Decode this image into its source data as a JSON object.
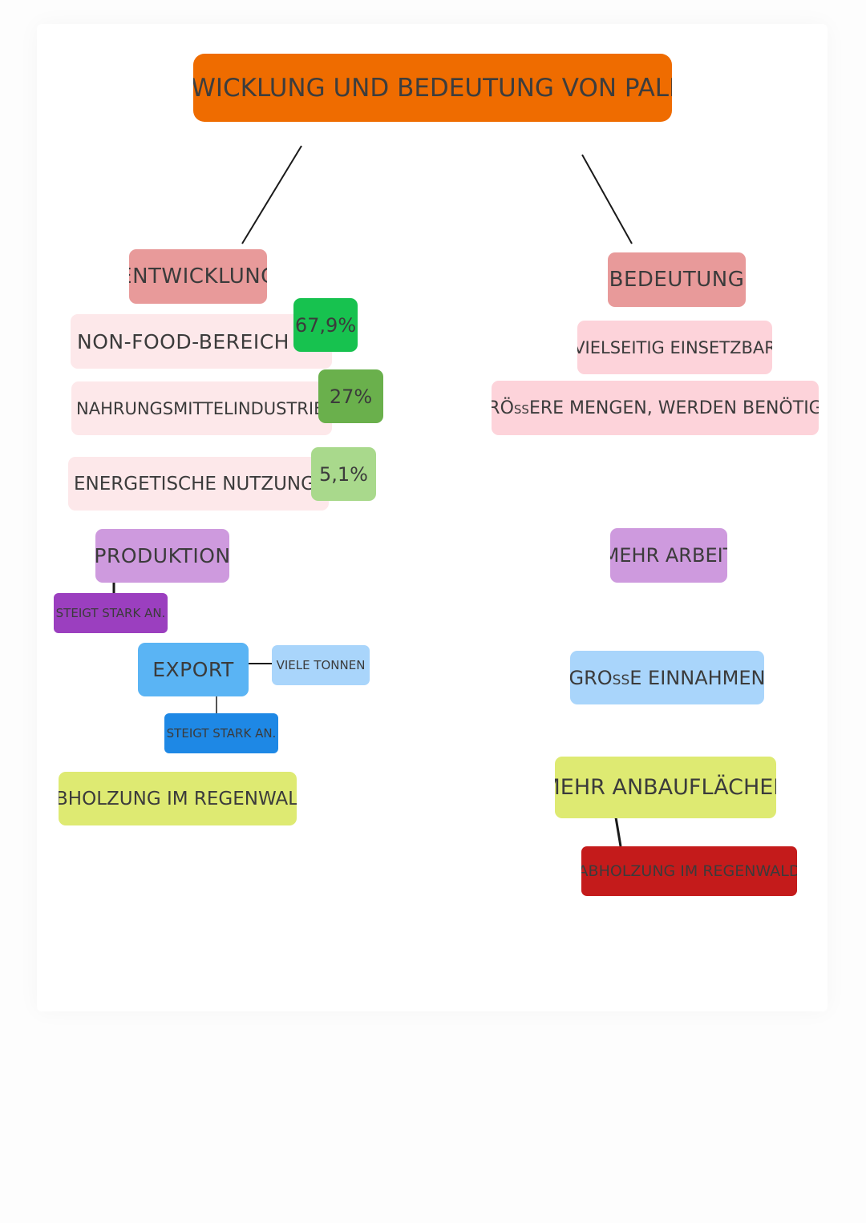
{
  "title": "ENTWICKLUNG UND BEDEUTUNG VON PALMÖL",
  "left": {
    "heading": "ENTWICKLUNG",
    "usage": [
      {
        "label": "NON-FOOD-BEREICH",
        "percent": "67,9%"
      },
      {
        "label": "NAHRUNGSMITTELINDUSTRIE",
        "percent": "27%"
      },
      {
        "label": "ENERGETISCHE NUTZUNG",
        "percent": "5,1%"
      }
    ],
    "production": {
      "label": "PRODUKTION",
      "note": "STEIGT STARK AN."
    },
    "export": {
      "label": "EXPORT",
      "side_note": "VIELE TONNEN",
      "note": "STEIGT STARK AN."
    },
    "deforestation": "ABHOLZUNG IM REGENWALD"
  },
  "right": {
    "heading": "BEDEUTUNG",
    "versatile": "VIELSEITIG EINSETZBAR",
    "quantities": "GRÖßERE MENGEN, WERDEN BENÖTIGT.",
    "more_work": "MEHR ARBEIT",
    "revenue": "GROßE EINNAHMEN",
    "more_land": "MEHR ANBAUFLÄCHEN",
    "deforestation": "ABHOLZUNG IM REGENWALD"
  },
  "colors": {
    "title_bg": "#ef6c00",
    "heading_bg": "#e89a9a",
    "usage_bg": "#fde8ea",
    "bedeutung_bg": "#fdd3da",
    "pct_1": "#17c24f",
    "pct_2": "#6ab04c",
    "pct_3": "#a9d98c",
    "purple": "#ce9ade",
    "dark_purple": "#9b3fbf",
    "blue": "#5ab4f4",
    "light_blue": "#a9d5fb",
    "mid_blue": "#1e88e5",
    "yellow_green": "#deea72",
    "dark_red": "#c41b1b"
  }
}
